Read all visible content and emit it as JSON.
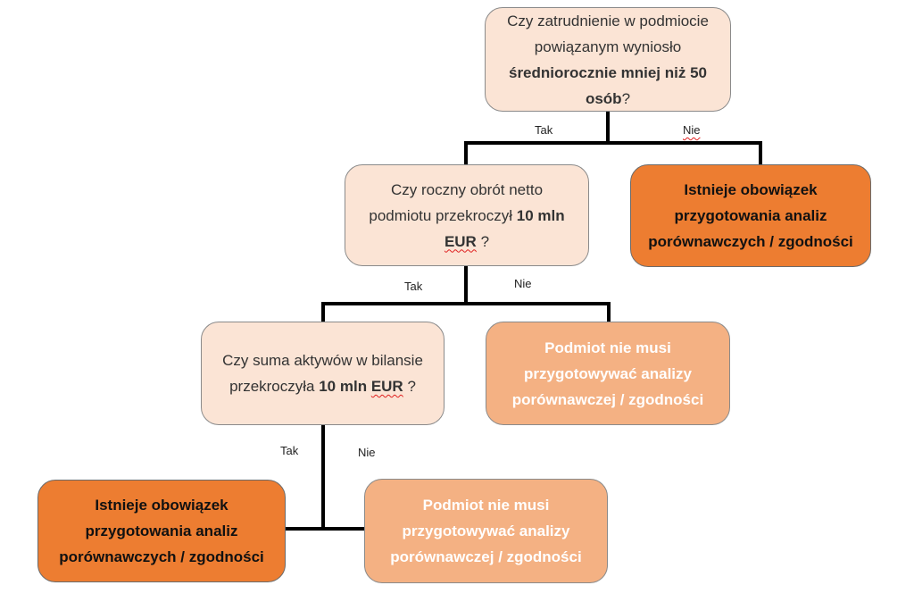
{
  "q1": {
    "line1": "Czy zatrudnienie w podmiocie",
    "line2": "powiązanym wyniosło",
    "line3_bold": "średniorocznie mniej niż 50",
    "line4_bold": "osób",
    "line4_end": "?"
  },
  "q2": {
    "line1": "Czy roczny obrót netto",
    "line2_text": "podmiotu przekroczył ",
    "line2_bold": "10 mln",
    "line3_bold": "EUR",
    "line3_end": " ?"
  },
  "q3": {
    "line1": "Czy suma aktywów w bilansie",
    "line2_text": "przekroczyła ",
    "line2_bold": "10 mln ",
    "line2_bold_sq": "EUR",
    "line2_end": " ?"
  },
  "res_obligation": {
    "line1": "Istnieje obowiązek",
    "line2": "przygotowania analiz",
    "line3": "porównawczych / zgodności"
  },
  "res_no_need": {
    "line1": "Podmiot nie musi",
    "line2": "przygotowywać analizy",
    "line3": "porównawczej / zgodności"
  },
  "labels": {
    "yes": "Tak",
    "no": "Nie"
  },
  "colors": {
    "question_fill": "#fbe4d5",
    "obligation_fill": "#ed7d31",
    "no_need_fill": "#f4b183",
    "connector": "#000000"
  }
}
